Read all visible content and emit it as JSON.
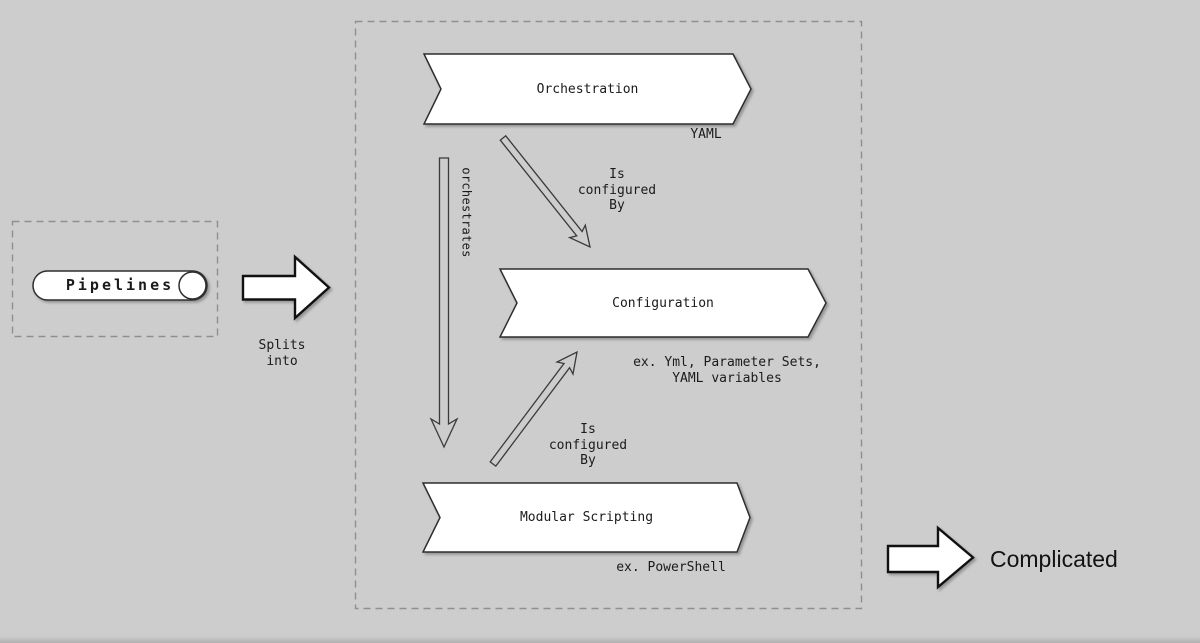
{
  "colors": {
    "background": "#cdcdcd",
    "shape_fill": "#ffffff",
    "shape_stroke": "#2e2e2e",
    "dashed_border": "#8f8f8f",
    "text": "#1b1b1b"
  },
  "source_group": {
    "pipelines": {
      "label": "Pipelines"
    }
  },
  "splits_arrow": {
    "caption": "Splits\ninto"
  },
  "pipeline_group": {
    "orchestration": {
      "label": "Orchestration",
      "caption": "YAML"
    },
    "configuration": {
      "label": "Configuration",
      "caption": "ex. Yml, Parameter Sets,\nYAML variables"
    },
    "modular_scripting": {
      "label": "Modular Scripting",
      "caption": "ex. PowerShell"
    },
    "relations": {
      "orchestrates": "orchestrates",
      "is_configured_by_top": "Is\nconfigured\nBy",
      "is_configured_by_bottom": "Is\nconfigured\nBy"
    }
  },
  "outcome": {
    "label": "Complicated"
  }
}
